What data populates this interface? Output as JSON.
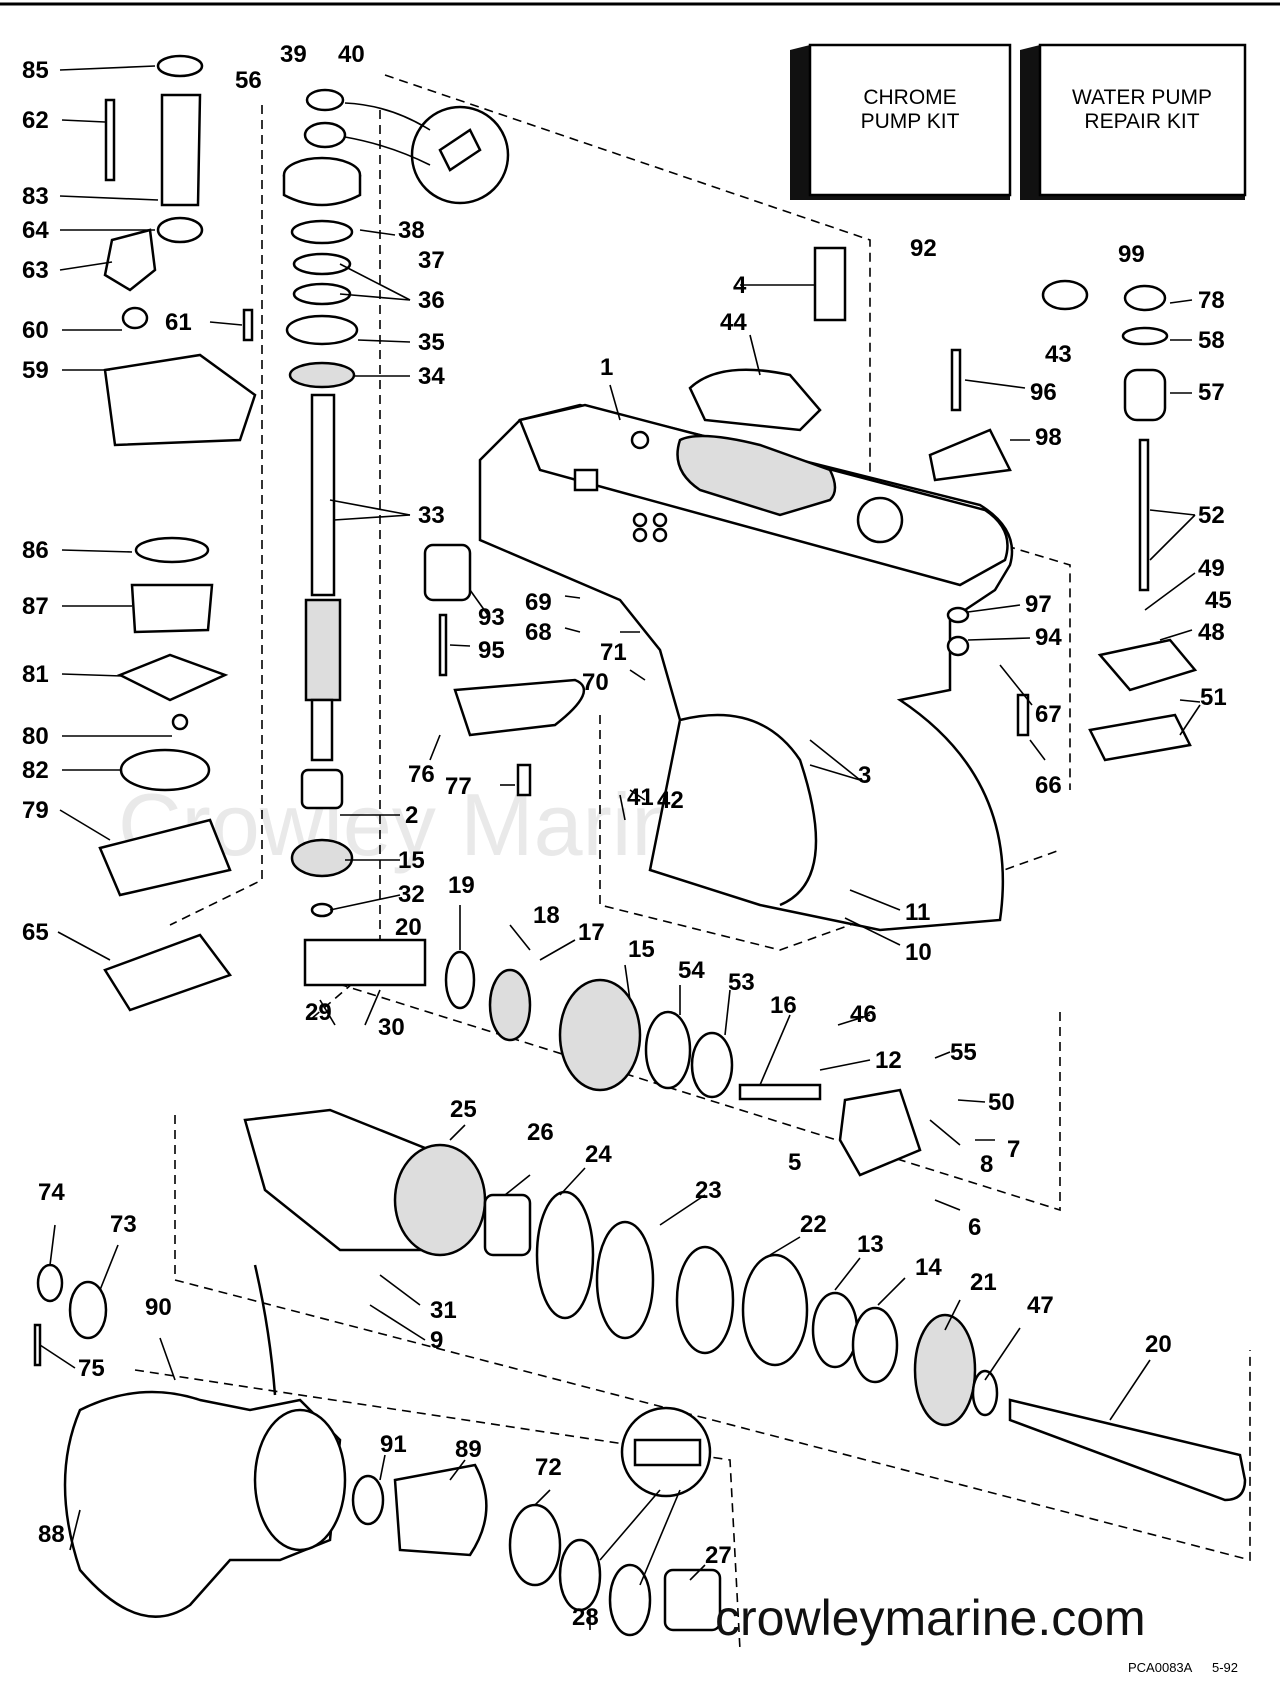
{
  "diagram": {
    "kits": [
      {
        "id": "92",
        "line1": "CHROME",
        "line2": "PUMP KIT"
      },
      {
        "id": "99",
        "line1": "WATER PUMP",
        "line2": "REPAIR KIT"
      }
    ],
    "watermark": "Crowley Marine",
    "website": "crowleymarine.com",
    "figure_code": "PCA0083A",
    "date_code": "5-92"
  }
}
